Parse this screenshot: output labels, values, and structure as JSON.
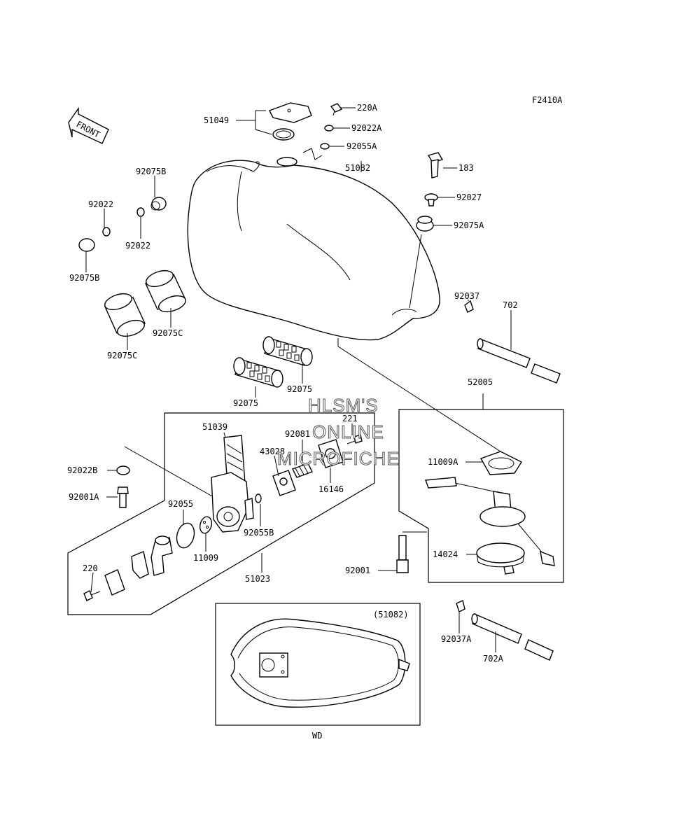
{
  "figure_code": "F2410A",
  "front_label": "FRONT",
  "watermark": [
    "HLSM'S",
    "ONLINE",
    "MICROFICHE"
  ],
  "inset": {
    "ref_label": "(51082)",
    "caption": "WD"
  },
  "callouts": {
    "c51049": "51049",
    "c220A": "220A",
    "c92022A": "92022A",
    "c92055A": "92055A",
    "c183": "183",
    "c51082": "51082",
    "c92027": "92027",
    "c92075A": "92075A",
    "c92075B_top": "92075B",
    "c92022_left": "92022",
    "c92022_mid": "92022",
    "c92075B_left": "92075B",
    "c92037": "92037",
    "c702": "702",
    "c92075C_right": "92075C",
    "c92075C_left": "92075C",
    "c92075_right": "92075",
    "c92075_left": "92075",
    "c52005": "52005",
    "c51039": "51039",
    "c221": "221",
    "c92081": "92081",
    "c43028": "43028",
    "c16146": "16146",
    "c11009A": "11009A",
    "c92022B": "92022B",
    "c92001A": "92001A",
    "c92055": "92055",
    "c92055B": "92055B",
    "c11009": "11009",
    "c51023": "51023",
    "c220": "220",
    "c92001": "92001",
    "c14024": "14024",
    "c92037A": "92037A",
    "c702A": "702A"
  }
}
